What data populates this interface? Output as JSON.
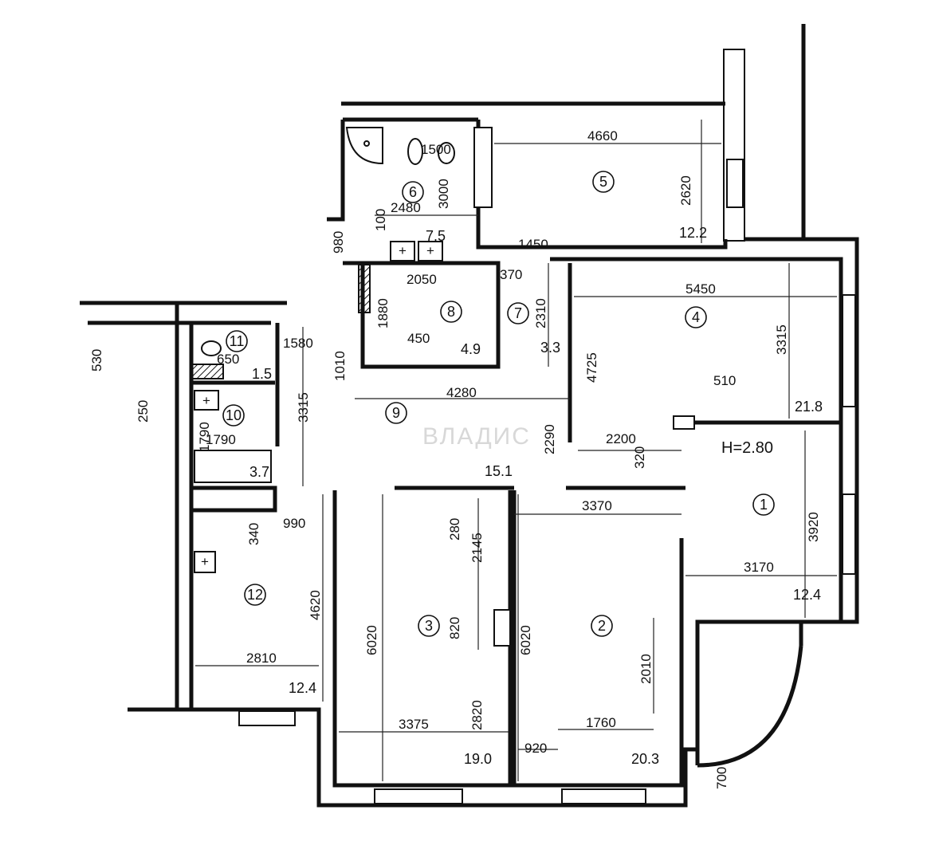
{
  "ceiling_height": "H=2.80",
  "watermark": "ВЛАДИС",
  "rooms": [
    {
      "no": "1",
      "area": "12.4"
    },
    {
      "no": "2",
      "area": "20.3"
    },
    {
      "no": "3",
      "area": "19.0"
    },
    {
      "no": "4",
      "area": "21.8"
    },
    {
      "no": "5",
      "area": "12.2"
    },
    {
      "no": "6",
      "area": ""
    },
    {
      "no": "7",
      "area": "3.3"
    },
    {
      "no": "8",
      "area": "4.9"
    },
    {
      "no": "9",
      "area": "15.1"
    },
    {
      "no": "10",
      "area": "3.7"
    },
    {
      "no": "11",
      "area": "1.5"
    },
    {
      "no": "12",
      "area": "12.4"
    }
  ],
  "area_extra": "7.5",
  "dimensions": {
    "d4660": "4660",
    "d1500": "1500",
    "d3000": "3000",
    "d2620": "2620",
    "d2480": "2480",
    "d100": "100",
    "d980": "980",
    "d1450": "1450",
    "d2050": "2050",
    "d370": "370",
    "d1880": "1880",
    "d2310": "2310",
    "d450": "450",
    "d1010": "1010",
    "d5450": "5450",
    "d3315a": "3315",
    "d4725": "4725",
    "d530": "530",
    "d650": "650",
    "d1580": "1580",
    "d250": "250",
    "d3315b": "3315",
    "d4280": "4280",
    "d510": "510",
    "d1790a": "1790",
    "d1790b": "1790",
    "d2290": "2290",
    "d2200": "2200",
    "d320": "320",
    "d3370": "3370",
    "d3920": "3920",
    "d990": "990",
    "d340": "340",
    "d280": "280",
    "d2145": "2145",
    "d3170": "3170",
    "d4620": "4620",
    "d6020a": "6020",
    "d820": "820",
    "d6020b": "6020",
    "d2010": "2010",
    "d2810": "2810",
    "d2820": "2820",
    "d3375": "3375",
    "d920": "920",
    "d1760": "1760",
    "d700": "700"
  }
}
